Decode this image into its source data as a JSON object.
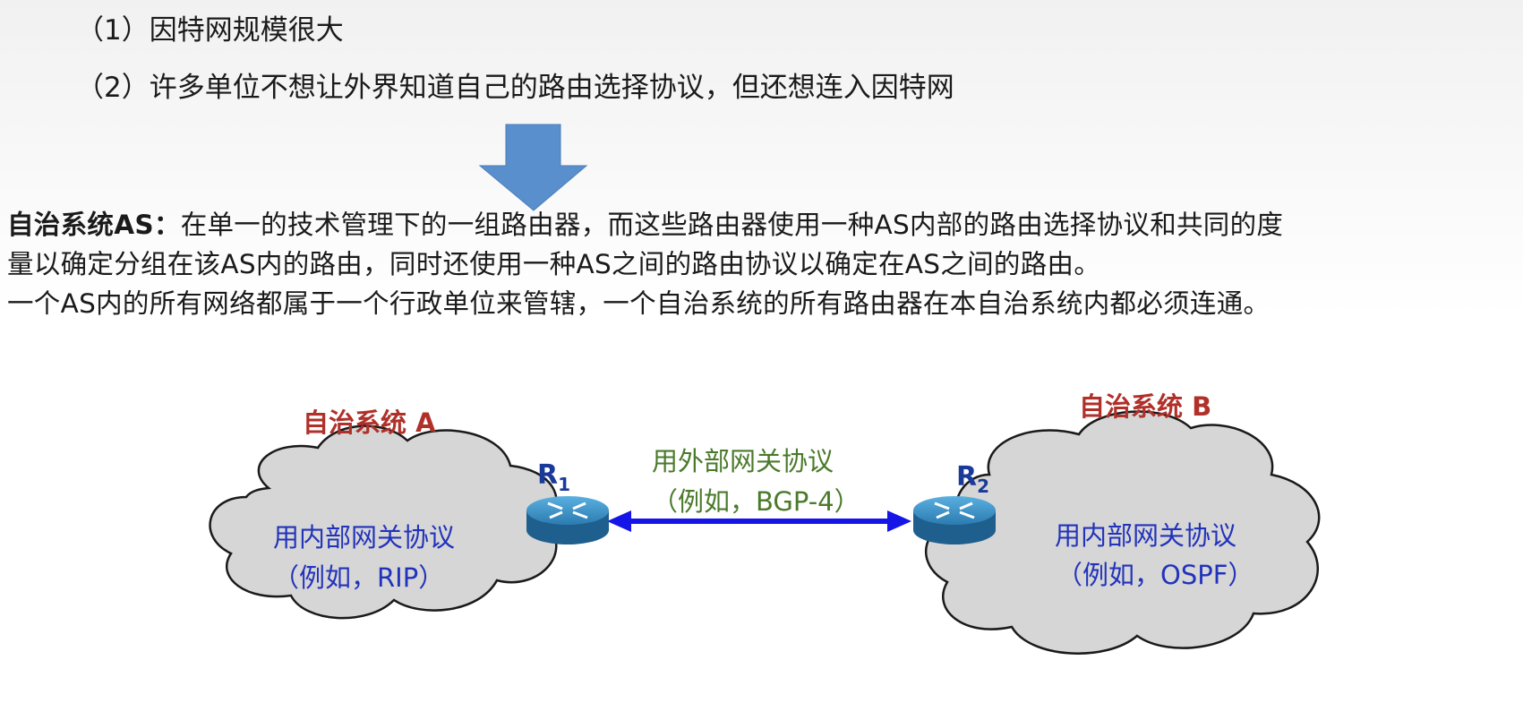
{
  "reasons": [
    "（1）因特网规模很大",
    "（2）许多单位不想让外界知道自己的路由选择协议，但还想连入因特网"
  ],
  "definition": {
    "term": "自治系统AS：",
    "line1_rest": "在单一的技术管理下的一组路由器，而这些路由器使用一种AS内部的路由选择协议和共同的度",
    "line2": "量以确定分组在该AS内的路由，同时还使用一种AS之间的路由协议以确定在AS之间的路由。",
    "line3": "一个AS内的所有网络都属于一个行政单位来管辖，一个自治系统的所有路由器在本自治系统内都必须连通。"
  },
  "diagram": {
    "as_a": {
      "title": "自治系统 A",
      "protocol_line1": "用内部网关协议",
      "protocol_line2": "（例如，RIP）"
    },
    "as_b": {
      "title": "自治系统 B",
      "protocol_line1": "用内部网关协议",
      "protocol_line2": "（例如，OSPF）"
    },
    "router1": {
      "letter": "R",
      "sub": "1"
    },
    "router2": {
      "letter": "R",
      "sub": "2"
    },
    "link": {
      "line1": "用外部网关协议",
      "line2": "（例如，BGP-4）"
    }
  },
  "colors": {
    "arrow_blue": "#5a8fcd",
    "cloud_gray": "#d6d6d6",
    "router_blue": "#2b7bb0",
    "link_blue": "#1515e8",
    "as_title_red": "#b0302a",
    "cloud_text_blue": "#2233bb",
    "link_text_green": "#4a7a2a"
  },
  "icons": [
    "down-arrow-icon",
    "cloud-icon",
    "router-icon",
    "double-arrow-icon"
  ]
}
